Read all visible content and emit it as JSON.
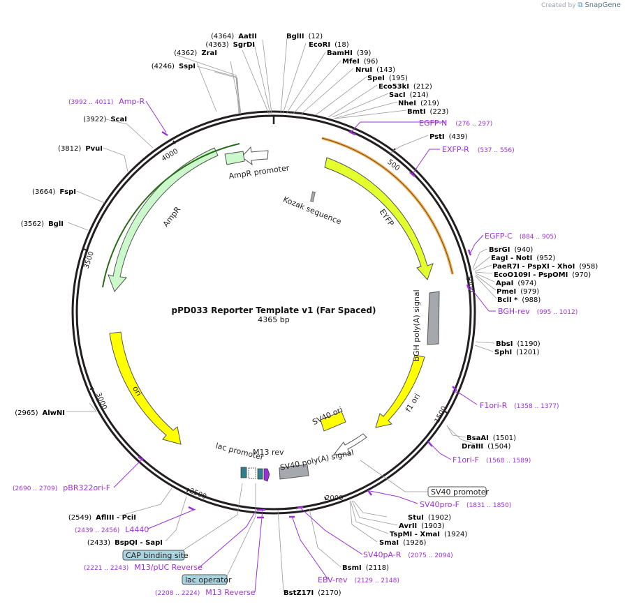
{
  "brand": {
    "created_by": "Created by",
    "logo": "SnapGene"
  },
  "plasmid": {
    "name": "pPD033 Reporter Template v1 (Far Spaced)",
    "length_label": "4365 bp"
  },
  "tick_labels": [
    "500",
    "1000",
    "1500",
    "2000",
    "2500",
    "3000",
    "3500",
    "4000"
  ],
  "feature_labels": {
    "ampr_promoter": "AmpR promoter",
    "ampr": "AmpR",
    "kozak": "Kozak sequence",
    "eyfp": "EYFP",
    "bgh": "bGH poly(A) signal",
    "f1ori": "f1 ori",
    "sv40ori": "SV40 ori",
    "sv40pa": "SV40 poly(A) signal",
    "ori": "ori",
    "lac_promoter": "lac promoter",
    "m13rev": "M13 rev"
  },
  "sites_right": [
    {
      "name": "BglII",
      "pos": "(12)"
    },
    {
      "name": "EcoRI",
      "pos": "(18)"
    },
    {
      "name": "BamHI",
      "pos": "(39)"
    },
    {
      "name": "MfeI",
      "pos": "(96)"
    },
    {
      "name": "NruI",
      "pos": "(143)"
    },
    {
      "name": "SpeI",
      "pos": "(195)"
    },
    {
      "name": "Eco53kI",
      "pos": "(212)"
    },
    {
      "name": "SacI",
      "pos": "(214)"
    },
    {
      "name": "NheI",
      "pos": "(219)"
    },
    {
      "name": "BmtI",
      "pos": "(223)"
    },
    {
      "name": "PstI",
      "pos": "(439)"
    },
    {
      "name": "BsrGI",
      "pos": "(940)"
    },
    {
      "name": "EagI",
      "extra": " - NotI",
      "pos": "(952)"
    },
    {
      "name": "PaeR7I",
      "extra": " - PspXI - XhoI",
      "pos": "(958)"
    },
    {
      "name": "EcoO109I",
      "extra": " - PspOMI",
      "pos": "(970)"
    },
    {
      "name": "ApaI",
      "pos": "(974)"
    },
    {
      "name": "PmeI",
      "pos": "(979)"
    },
    {
      "name": "BclI *",
      "pos": "(988)"
    },
    {
      "name": "BbsI",
      "pos": "(1190)"
    },
    {
      "name": "SphI",
      "pos": "(1201)"
    },
    {
      "name": "BsaAI",
      "pos": "(1501)"
    },
    {
      "name": "DraIII",
      "pos": "(1504)"
    },
    {
      "name": "StuI",
      "pos": "(1902)"
    },
    {
      "name": "AvrII",
      "pos": "(1903)"
    },
    {
      "name": "TspMI",
      "extra": " - XmaI",
      "pos": "(1924)"
    },
    {
      "name": "SmaI",
      "pos": "(1926)"
    },
    {
      "name": "BsmI",
      "pos": "(2118)"
    },
    {
      "name": "BstZ17I",
      "pos": "(2170)"
    }
  ],
  "sites_left": [
    {
      "name": "AatII",
      "pos": "(4364)"
    },
    {
      "name": "SgrDI",
      "pos": "(4363)"
    },
    {
      "name": "ZraI",
      "pos": "(4362)"
    },
    {
      "name": "SspI",
      "pos": "(4246)"
    },
    {
      "name": "ScaI",
      "pos": "(3922)"
    },
    {
      "name": "PvuI",
      "pos": "(3812)"
    },
    {
      "name": "FspI",
      "pos": "(3664)"
    },
    {
      "name": "BglI",
      "pos": "(3562)"
    },
    {
      "name": "AlwNI",
      "pos": "(2965)"
    },
    {
      "name": "AflIII",
      "extra": " - PciI",
      "pos": "(2549)"
    },
    {
      "name": "BspQI",
      "extra": " - SapI",
      "pos": "(2433)"
    }
  ],
  "primers": [
    {
      "name": "Amp-R",
      "range": "(3992 .. 4011)"
    },
    {
      "name": "EGFP-N",
      "range": "(276 .. 297)"
    },
    {
      "name": "EXFP-R",
      "range": "(537 .. 556)"
    },
    {
      "name": "EGFP-C",
      "range": "(884 .. 905)"
    },
    {
      "name": "BGH-rev",
      "range": "(995 .. 1012)"
    },
    {
      "name": "F1ori-R",
      "range": "(1358 .. 1377)"
    },
    {
      "name": "F1ori-F",
      "range": "(1568 .. 1589)"
    },
    {
      "name": "SV40pro-F",
      "range": "(1831 .. 1850)"
    },
    {
      "name": "SV40pA-R",
      "range": "(2075 .. 2094)"
    },
    {
      "name": "EBV-rev",
      "range": "(2129 .. 2148)"
    },
    {
      "name": "pBR322ori-F",
      "range": "(2690 .. 2709)"
    },
    {
      "name": "L4440",
      "range": "(2439 .. 2456)"
    },
    {
      "name": "M13/pUC Reverse",
      "range": "(2221 .. 2243)"
    },
    {
      "name": "M13 Reverse",
      "range": "(2208 .. 2224)"
    }
  ],
  "boxed_features": {
    "sv40_promoter": "SV40 promoter",
    "cap_site": "CAP binding site",
    "lac_operator": "lac operator"
  },
  "colors": {
    "backbone": "#231f20",
    "primer": "#9b30d9",
    "ampr_fill": "#ccf9cc",
    "eyfp_fill": "#e3ff2e",
    "ori_fill": "#ffff00",
    "poly_a_fill": "#a5a9ad",
    "lac_teal": "#2f7f8c",
    "box_fill": "#a9d3df"
  }
}
